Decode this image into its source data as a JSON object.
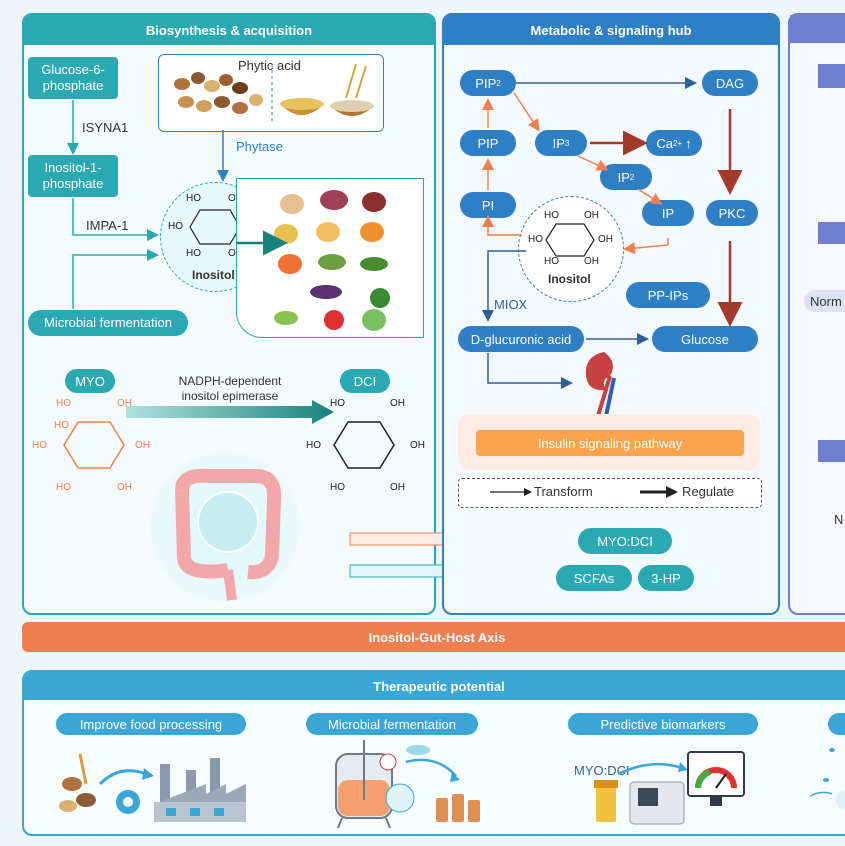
{
  "panels": {
    "biosynthesis_title": "Biosynthesis & acquisition",
    "metabolic_title": "Metabolic & signaling hub",
    "axis_title": "Inositol-Gut-Host Axis",
    "therapeutic_title": "Therapeutic potential"
  },
  "biosynthesis": {
    "g6p": "Glucose-6-phosphate",
    "isyna1": "ISYNA1",
    "i1p": "Inositol-1-phosphate",
    "impa1": "IMPA-1",
    "microbial": "Microbial fermentation",
    "phytic_acid": "Phytic acid",
    "phytase": "Phytase",
    "inositol": "Inositol"
  },
  "epimer": {
    "myo": "MYO",
    "dci": "DCI",
    "enzyme_line1": "NADPH-dependent",
    "enzyme_line2": "inositol epimerase",
    "ho": "HO",
    "oh": "OH"
  },
  "gut_outputs": {
    "ratio": "MYO:DCI",
    "scfa": "SCFAs",
    "hp": "3-HP"
  },
  "metabolic": {
    "pip2": "PIP",
    "pip2_sub": "2",
    "dag": "DAG",
    "pip": "PIP",
    "ip3": "IP",
    "ip3_sub": "3",
    "ca": "Ca",
    "ca_sup": "2+",
    "ip2": "IP",
    "ip2_sub": "2",
    "pi": "PI",
    "ip": "IP",
    "pkc": "PKC",
    "inositol": "Inositol",
    "pp_ips": "PP-IPs",
    "miox": "MIOX",
    "dglucuronic": "D-glucuronic acid",
    "glucose": "Glucose",
    "insulin": "Insulin signaling pathway",
    "legend_transform": "Transform",
    "legend_regulate": "Regulate"
  },
  "right_edge": {
    "norm": "Norm",
    "n": "N"
  },
  "therapeutic": {
    "items": [
      {
        "label": "Improve food processing"
      },
      {
        "label": "Microbial fermentation"
      },
      {
        "label": "Predictive biomarkers"
      }
    ],
    "ratio_label": "MYO:DCI"
  },
  "colors": {
    "teal": "#2aa9b3",
    "blue": "#2e7fc4",
    "orange": "#f07f4f",
    "dark_red": "#a33a2c",
    "axis_orange": "#f07f4f"
  }
}
